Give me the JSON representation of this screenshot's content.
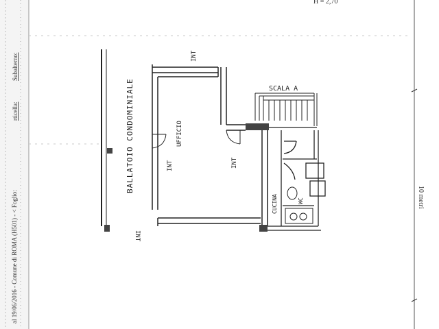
{
  "header": {
    "height_note": "H = 2,70"
  },
  "left_margin": {
    "stamp_text": "al 19/06/2016 - Comune di ROMA (H501) - < Foglio:",
    "label_particella": "rticella:",
    "label_subalterno": "Subalterno:"
  },
  "rooms": {
    "ballatoio": "BALLATOIO CONDOMINIALE",
    "ufficio": "UFFICIO",
    "cucina": "CUCINA",
    "wc": "WC",
    "scala": "SCALA A"
  },
  "labels": {
    "int_top": "INT",
    "int_left_door": "INT",
    "int_center": "INT",
    "int_bottom": "INT"
  },
  "scale": {
    "label": "10 metri"
  }
}
